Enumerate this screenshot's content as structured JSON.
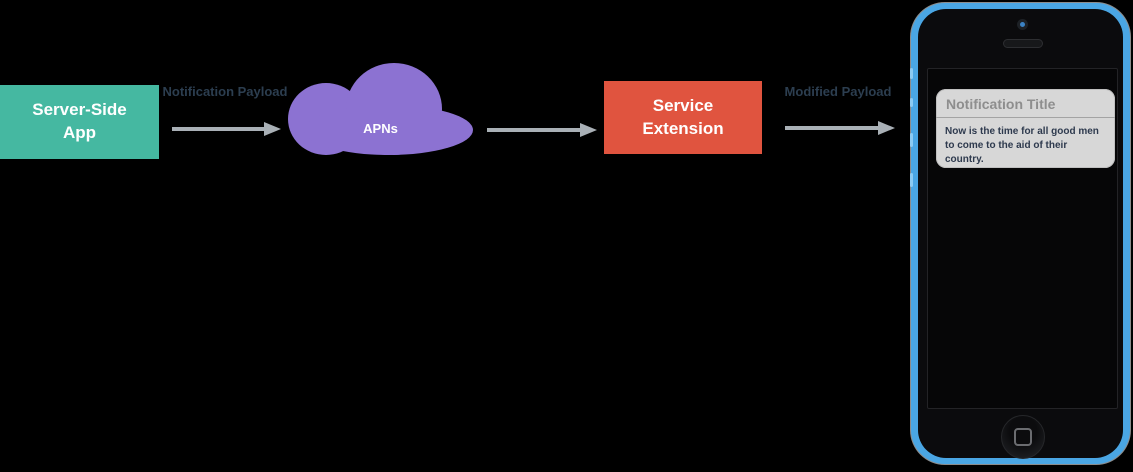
{
  "colors": {
    "server_bg": "#45B8A1",
    "apns_bg": "#8C72D2",
    "service_bg": "#E0543F",
    "arrow": "#A9B0B6",
    "edge_label": "#2C3E50",
    "phone_frame": "#4AA6E4",
    "card_bg": "#D7D7D7",
    "card_title": "#8E8E8E",
    "card_body": "#2E3A4E"
  },
  "nodes": {
    "server": {
      "label": "Server-Side App"
    },
    "apns": {
      "label": "APNs"
    },
    "service": {
      "label": "Service Extension"
    }
  },
  "edges": {
    "notification_payload": {
      "label": "Notification Payload"
    },
    "modified_payload": {
      "label": "Modified Payload"
    }
  },
  "phone": {
    "notification": {
      "title": "Notification Title",
      "body": "Now is the time for all good men to come to the aid of their country."
    }
  }
}
